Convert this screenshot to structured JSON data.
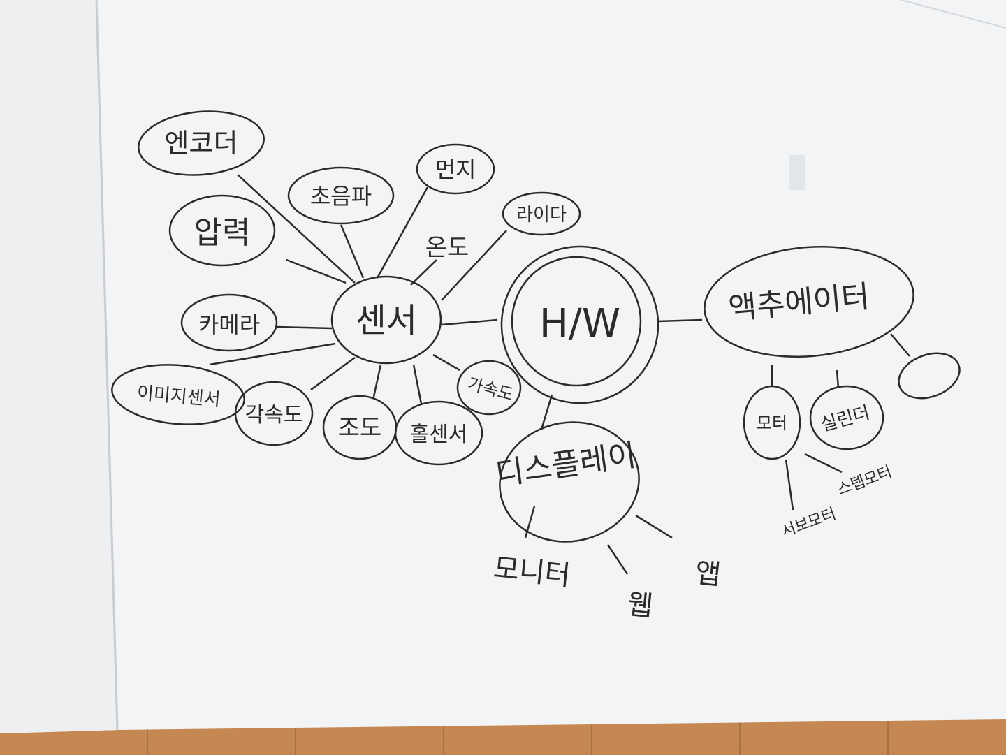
{
  "mindmap": {
    "center": "H/W",
    "sensor_hub": "센서",
    "sensor_items": [
      "엔코더",
      "압력",
      "카메라",
      "초음파",
      "먼지",
      "온도",
      "라이다",
      "가속도",
      "홀센서",
      "조도",
      "각속도",
      "이미지센서"
    ],
    "display_hub": "디스플레이",
    "display_items": [
      "모니터",
      "웹",
      "앱"
    ],
    "actuator_hub": "액추에이터",
    "actuator_items": [
      "모터",
      "실린더"
    ],
    "motor_items": [
      "서보모터",
      "스텝모터"
    ]
  },
  "colors": {
    "ink": "#2b2b2b",
    "board": "#f4f5f6",
    "floor": "#c98f5e"
  }
}
